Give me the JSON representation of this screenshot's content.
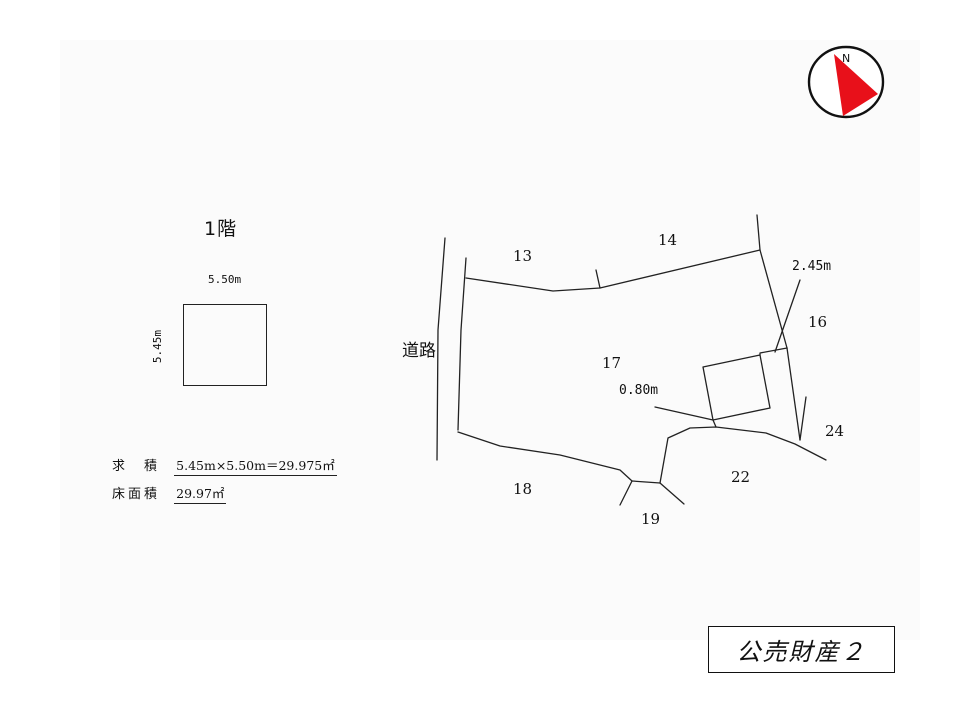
{
  "floor_plan": {
    "title": "1階",
    "width_label": "5.50m",
    "depth_label": "5.45m"
  },
  "area_calc": {
    "calc_label": "求　積",
    "calc_value": "5.45m×5.50m＝29.975㎡",
    "floor_area_label": "床面積",
    "floor_area_value": "29.97㎡"
  },
  "site_map": {
    "road_label": "道路",
    "lots": {
      "lot_13": "13",
      "lot_14": "14",
      "lot_16": "16",
      "lot_17": "17",
      "lot_18": "18",
      "lot_19": "19",
      "lot_22": "22",
      "lot_24": "24"
    },
    "building_setback_right": "2.45m",
    "building_setback_bottom": "0.80m"
  },
  "compass": {
    "north_letter": "N",
    "arrow_color": "#e8101a"
  },
  "caption": "公売財産２"
}
